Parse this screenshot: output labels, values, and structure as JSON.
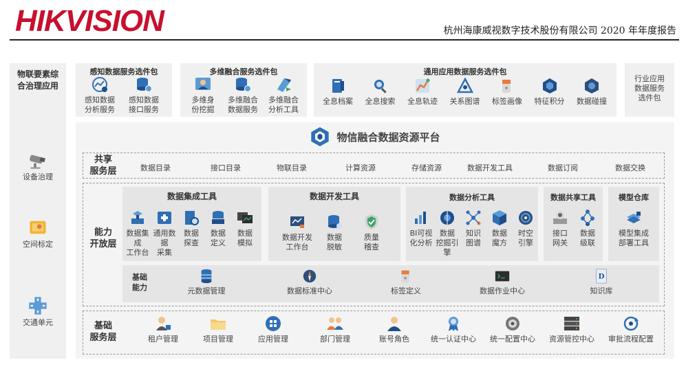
{
  "header": {
    "logo": "HIKVISION",
    "report_title": "杭州海康威视数字技术股份有限公司 2020 年年度报告"
  },
  "left_column": {
    "title": "物联要素综\n合治理应用",
    "items": [
      {
        "label": "设备治理",
        "icon": "camera-icon"
      },
      {
        "label": "空间标定",
        "icon": "map-pin-icon"
      },
      {
        "label": "交通单元",
        "icon": "road-crossing-icon"
      }
    ]
  },
  "top_packages": {
    "perception": {
      "title": "感知数据服务选件包",
      "items": [
        {
          "label": "感知数据\n分析服务",
          "icon": "sensing-analysis-icon"
        },
        {
          "label": "感知数据\n接口服务",
          "icon": "database-gear-icon"
        }
      ]
    },
    "multidim": {
      "title": "多维融合服务选件包",
      "items": [
        {
          "label": "多维身\n份挖掘",
          "icon": "identity-icon"
        },
        {
          "label": "多维融合\n数据服务",
          "icon": "database-gear-icon"
        },
        {
          "label": "多维融合\n分析工具",
          "icon": "analysis-tool-icon"
        }
      ]
    },
    "general": {
      "title": "通用应用数据服务选件包",
      "items": [
        {
          "label": "全息档案",
          "icon": "archive-icon"
        },
        {
          "label": "全息搜索",
          "icon": "search-icon"
        },
        {
          "label": "全息轨迹",
          "icon": "trajectory-icon"
        },
        {
          "label": "关系图谱",
          "icon": "graph-icon"
        },
        {
          "label": "标签画像",
          "icon": "tag-icon"
        },
        {
          "label": "特征积分",
          "icon": "feature-cube-icon"
        },
        {
          "label": "数据碰撞",
          "icon": "collision-cube-icon"
        }
      ]
    },
    "industry": {
      "title": "行业应用\n数据服务\n选件包"
    }
  },
  "platform": {
    "title": "物信融合数据资源平台",
    "icon": "platform-logo-icon"
  },
  "shared_layer": {
    "label": "共享\n服务层",
    "items": [
      "数据目录",
      "接口目录",
      "物联目录",
      "计算资源",
      "存储资源",
      "数据开发工具",
      "数据订阅",
      "数据交换"
    ]
  },
  "capability_layer": {
    "label": "能力\n开放层",
    "groups": [
      {
        "title": "数据集成工具",
        "items": [
          {
            "label": "数据集成\n工作台",
            "icon": "workbench-icon"
          },
          {
            "label": "通用数据\n采集",
            "icon": "collect-icon"
          },
          {
            "label": "数据\n探查",
            "icon": "explore-icon"
          },
          {
            "label": "数据\n定义",
            "icon": "define-icon"
          },
          {
            "label": "数据\n模拟",
            "icon": "simulate-icon"
          }
        ]
      },
      {
        "title": "数据开发工具",
        "items": [
          {
            "label": "数据开发\n工作台",
            "icon": "dev-workbench-icon"
          },
          {
            "label": "数据\n脱敏",
            "icon": "database-shield-icon"
          },
          {
            "label": "质量\n稽查",
            "icon": "quality-shield-icon"
          }
        ]
      },
      {
        "title": "数据分析工具",
        "items": [
          {
            "label": "BI可视\n化分析",
            "icon": "bi-chart-icon"
          },
          {
            "label": "数据\n挖掘引擎",
            "icon": "mining-engine-icon"
          },
          {
            "label": "知识\n图谱",
            "icon": "knowledge-graph-icon"
          },
          {
            "label": "数据\n魔方",
            "icon": "magic-cube-icon"
          },
          {
            "label": "时空\n引擎",
            "icon": "spacetime-engine-icon"
          }
        ]
      },
      {
        "title": "数据共享工具",
        "items": [
          {
            "label": "接口\n网关",
            "icon": "gateway-icon"
          },
          {
            "label": "数据\n级联",
            "icon": "cascade-icon"
          }
        ]
      },
      {
        "title": "模型仓库",
        "items": [
          {
            "label": "模型集成\n部署工具",
            "icon": "model-deploy-icon"
          }
        ]
      }
    ],
    "basic": {
      "label": "基础\n能力",
      "items": [
        {
          "label": "元数据管理",
          "icon": "metadata-icon"
        },
        {
          "label": "数据标准中心",
          "icon": "compass-icon"
        },
        {
          "label": "标签定义",
          "icon": "tag-icon"
        },
        {
          "label": "数据作业中心",
          "icon": "terminal-icon"
        },
        {
          "label": "知识库",
          "icon": "knowledge-book-icon"
        }
      ]
    }
  },
  "base_layer": {
    "label": "基础\n服务层",
    "items": [
      {
        "label": "租户管理",
        "icon": "tenant-icon"
      },
      {
        "label": "项目管理",
        "icon": "folder-icon"
      },
      {
        "label": "应用管理",
        "icon": "app-grid-icon"
      },
      {
        "label": "部门管理",
        "icon": "department-icon"
      },
      {
        "label": "账号角色",
        "icon": "user-icon"
      },
      {
        "label": "统一认证中心",
        "icon": "certificate-icon"
      },
      {
        "label": "统一配置中心",
        "icon": "config-gear-icon"
      },
      {
        "label": "资源管控中心",
        "icon": "server-icon"
      },
      {
        "label": "审批流程配置",
        "icon": "workflow-icon"
      }
    ]
  },
  "colors": {
    "brand_red": "#c8102e",
    "icon_blue": "#2f6fb5",
    "icon_dark_blue": "#1f4e8c",
    "icon_orange": "#e87a3a",
    "panel_grey": "#f0f0f0",
    "card_grey": "#e5e5e5"
  }
}
